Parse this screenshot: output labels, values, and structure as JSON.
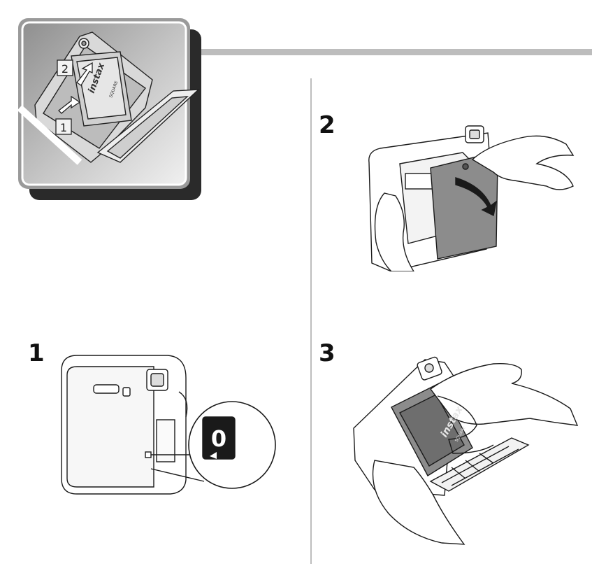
{
  "header_callout": {
    "label_1": "1",
    "label_2": "2",
    "pack_brand": "instax",
    "pack_model": "SQUARE"
  },
  "steps": [
    {
      "number": "1",
      "counter_digit": "0"
    },
    {
      "number": "2"
    },
    {
      "number": "3",
      "pack_brand": "instax",
      "pack_model": "SQUARE"
    }
  ],
  "colors": {
    "rule_gray": "#bdbdbd",
    "thumb_frame": "#9a9a9a",
    "thumb_shadow": "#2a2a2a",
    "pack_gray": "#8c8c8c",
    "ink": "#1a1a1a"
  }
}
